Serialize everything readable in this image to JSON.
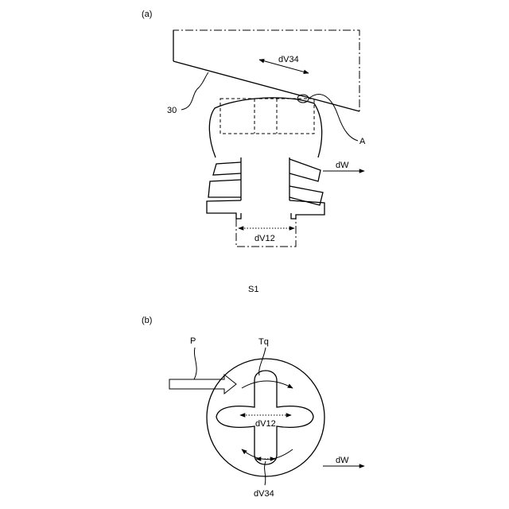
{
  "panel_a": {
    "caption": "(a)",
    "label_30": "30",
    "label_dV34": "dV34",
    "label_A": "A",
    "label_dW": "dW",
    "label_dV12": "dV12",
    "label_S1": "S1"
  },
  "panel_b": {
    "caption": "(b)",
    "label_P": "P",
    "label_Tq": "Tq",
    "label_dV12": "dV12",
    "label_dV34": "dV34",
    "label_dW": "dW"
  }
}
